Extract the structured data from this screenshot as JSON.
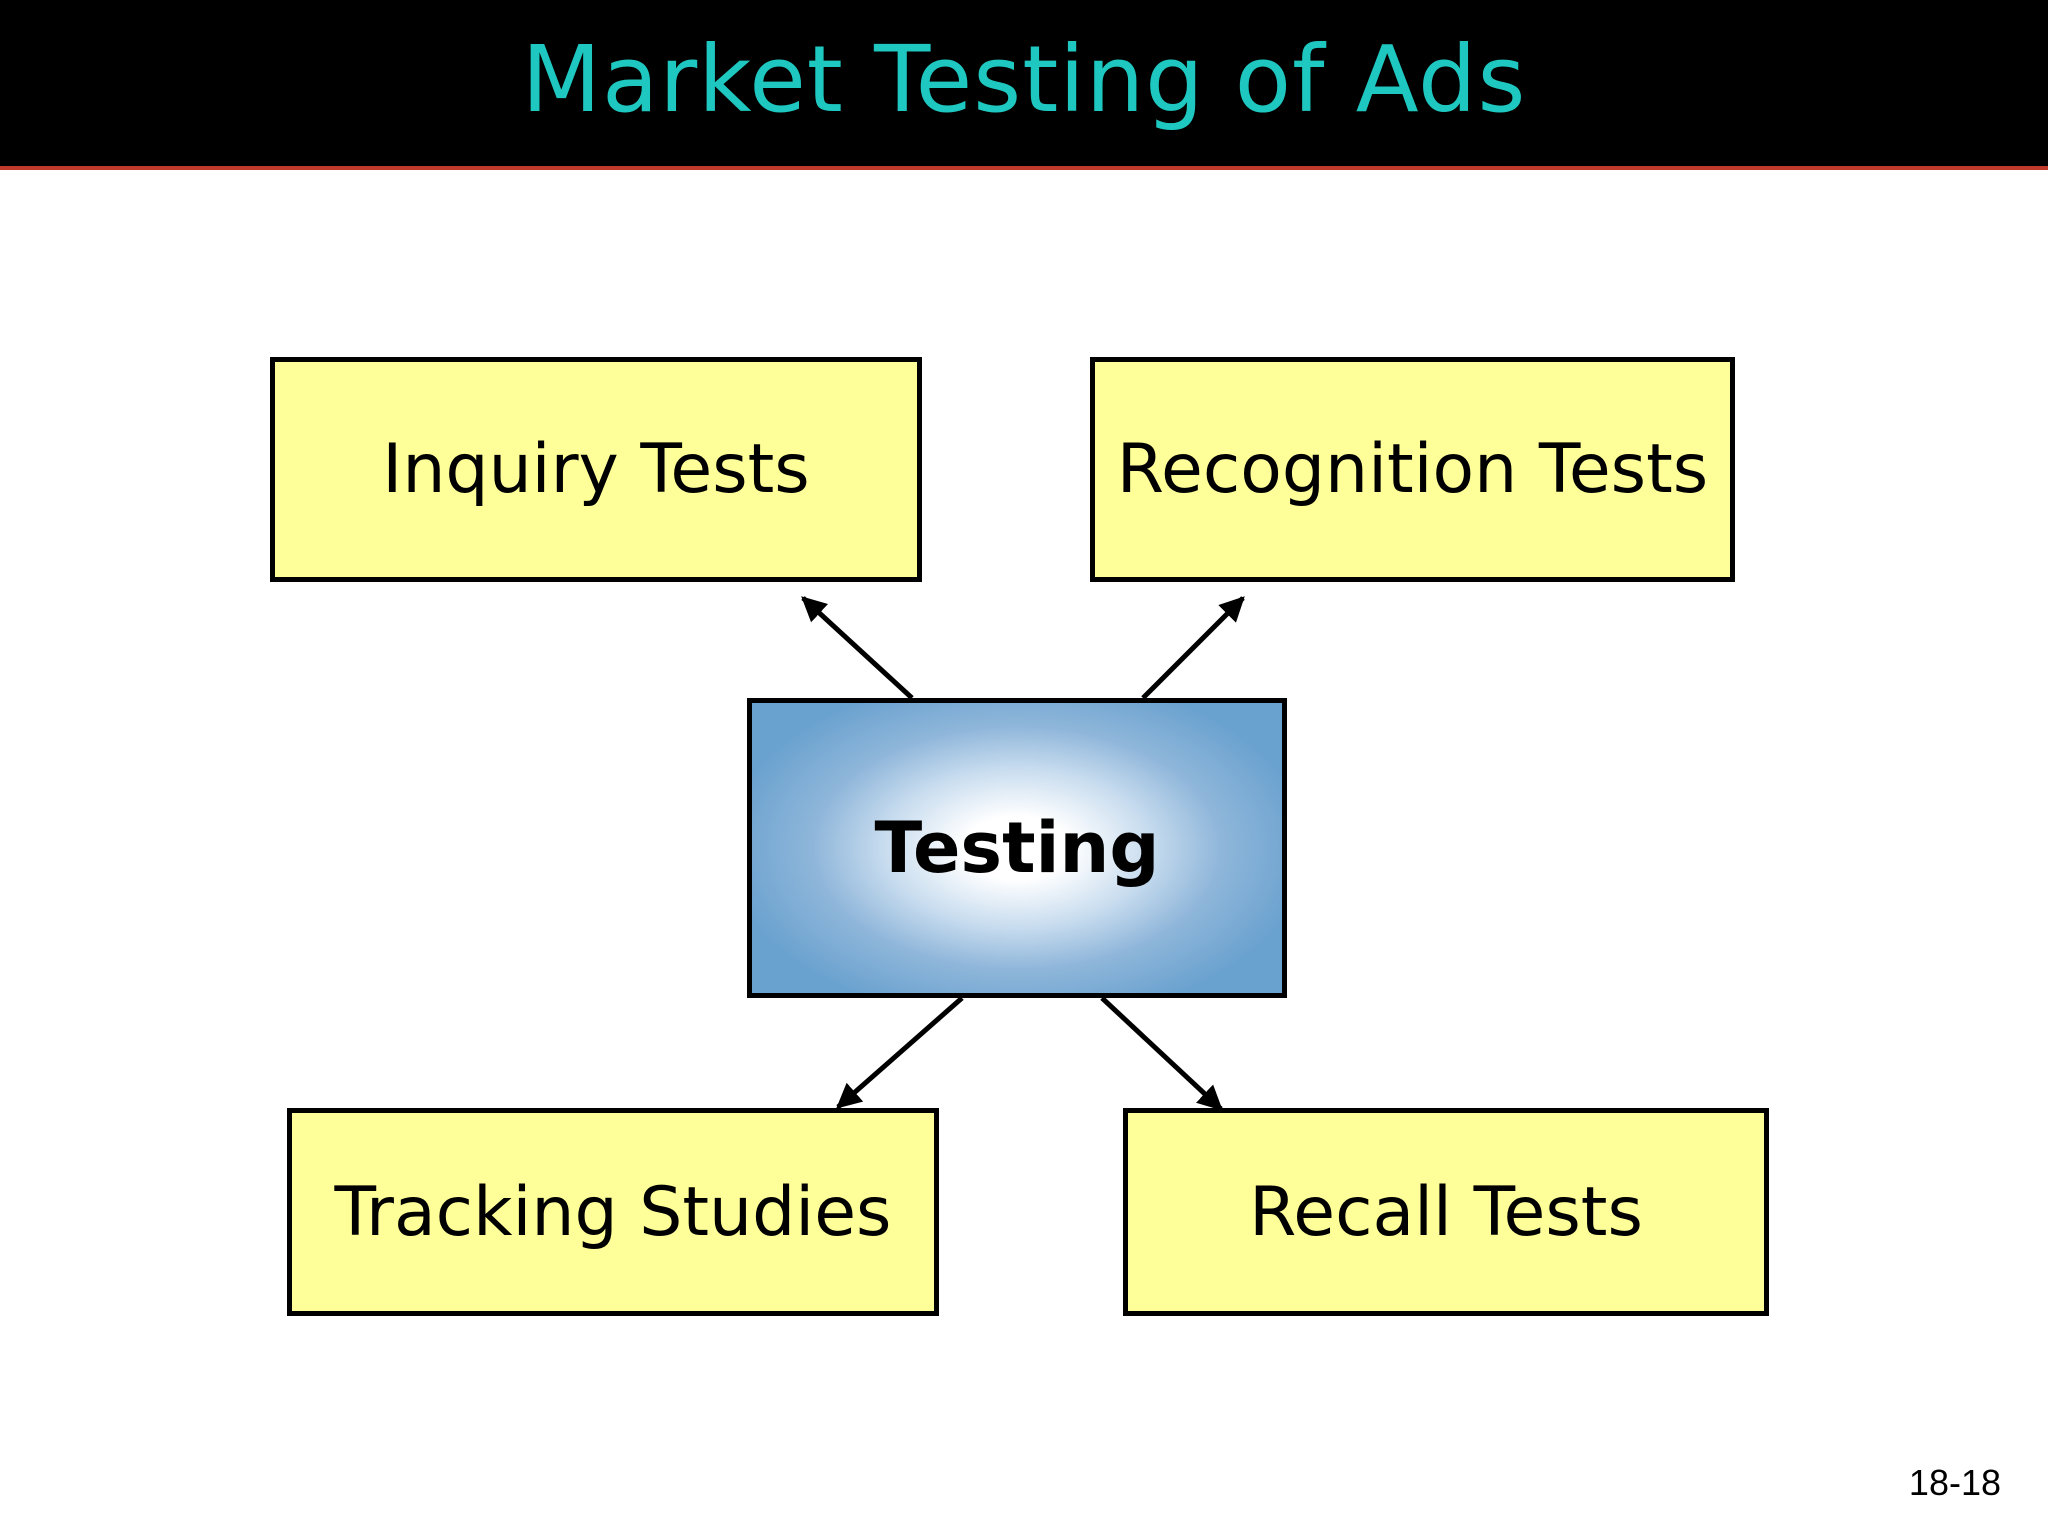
{
  "title": "Market Testing of Ads",
  "center_node": {
    "label": "Testing"
  },
  "nodes": {
    "inquiry": "Inquiry Tests",
    "recognition": "Recognition Tests",
    "tracking": "Tracking Studies",
    "recall": "Recall Tests"
  },
  "edges": [
    {
      "from": "Testing",
      "to": "Inquiry Tests"
    },
    {
      "from": "Testing",
      "to": "Recognition Tests"
    },
    {
      "from": "Testing",
      "to": "Tracking Studies"
    },
    {
      "from": "Testing",
      "to": "Recall Tests"
    }
  ],
  "page_number": "18-18",
  "colors": {
    "title_bar": "#000000",
    "title_text": "#1ec8c0",
    "title_rule": "#c0392b",
    "leaf_fill": "#ffff99",
    "center_fill_edge": "#6aa2cf",
    "center_fill_middle": "#ffffff"
  }
}
